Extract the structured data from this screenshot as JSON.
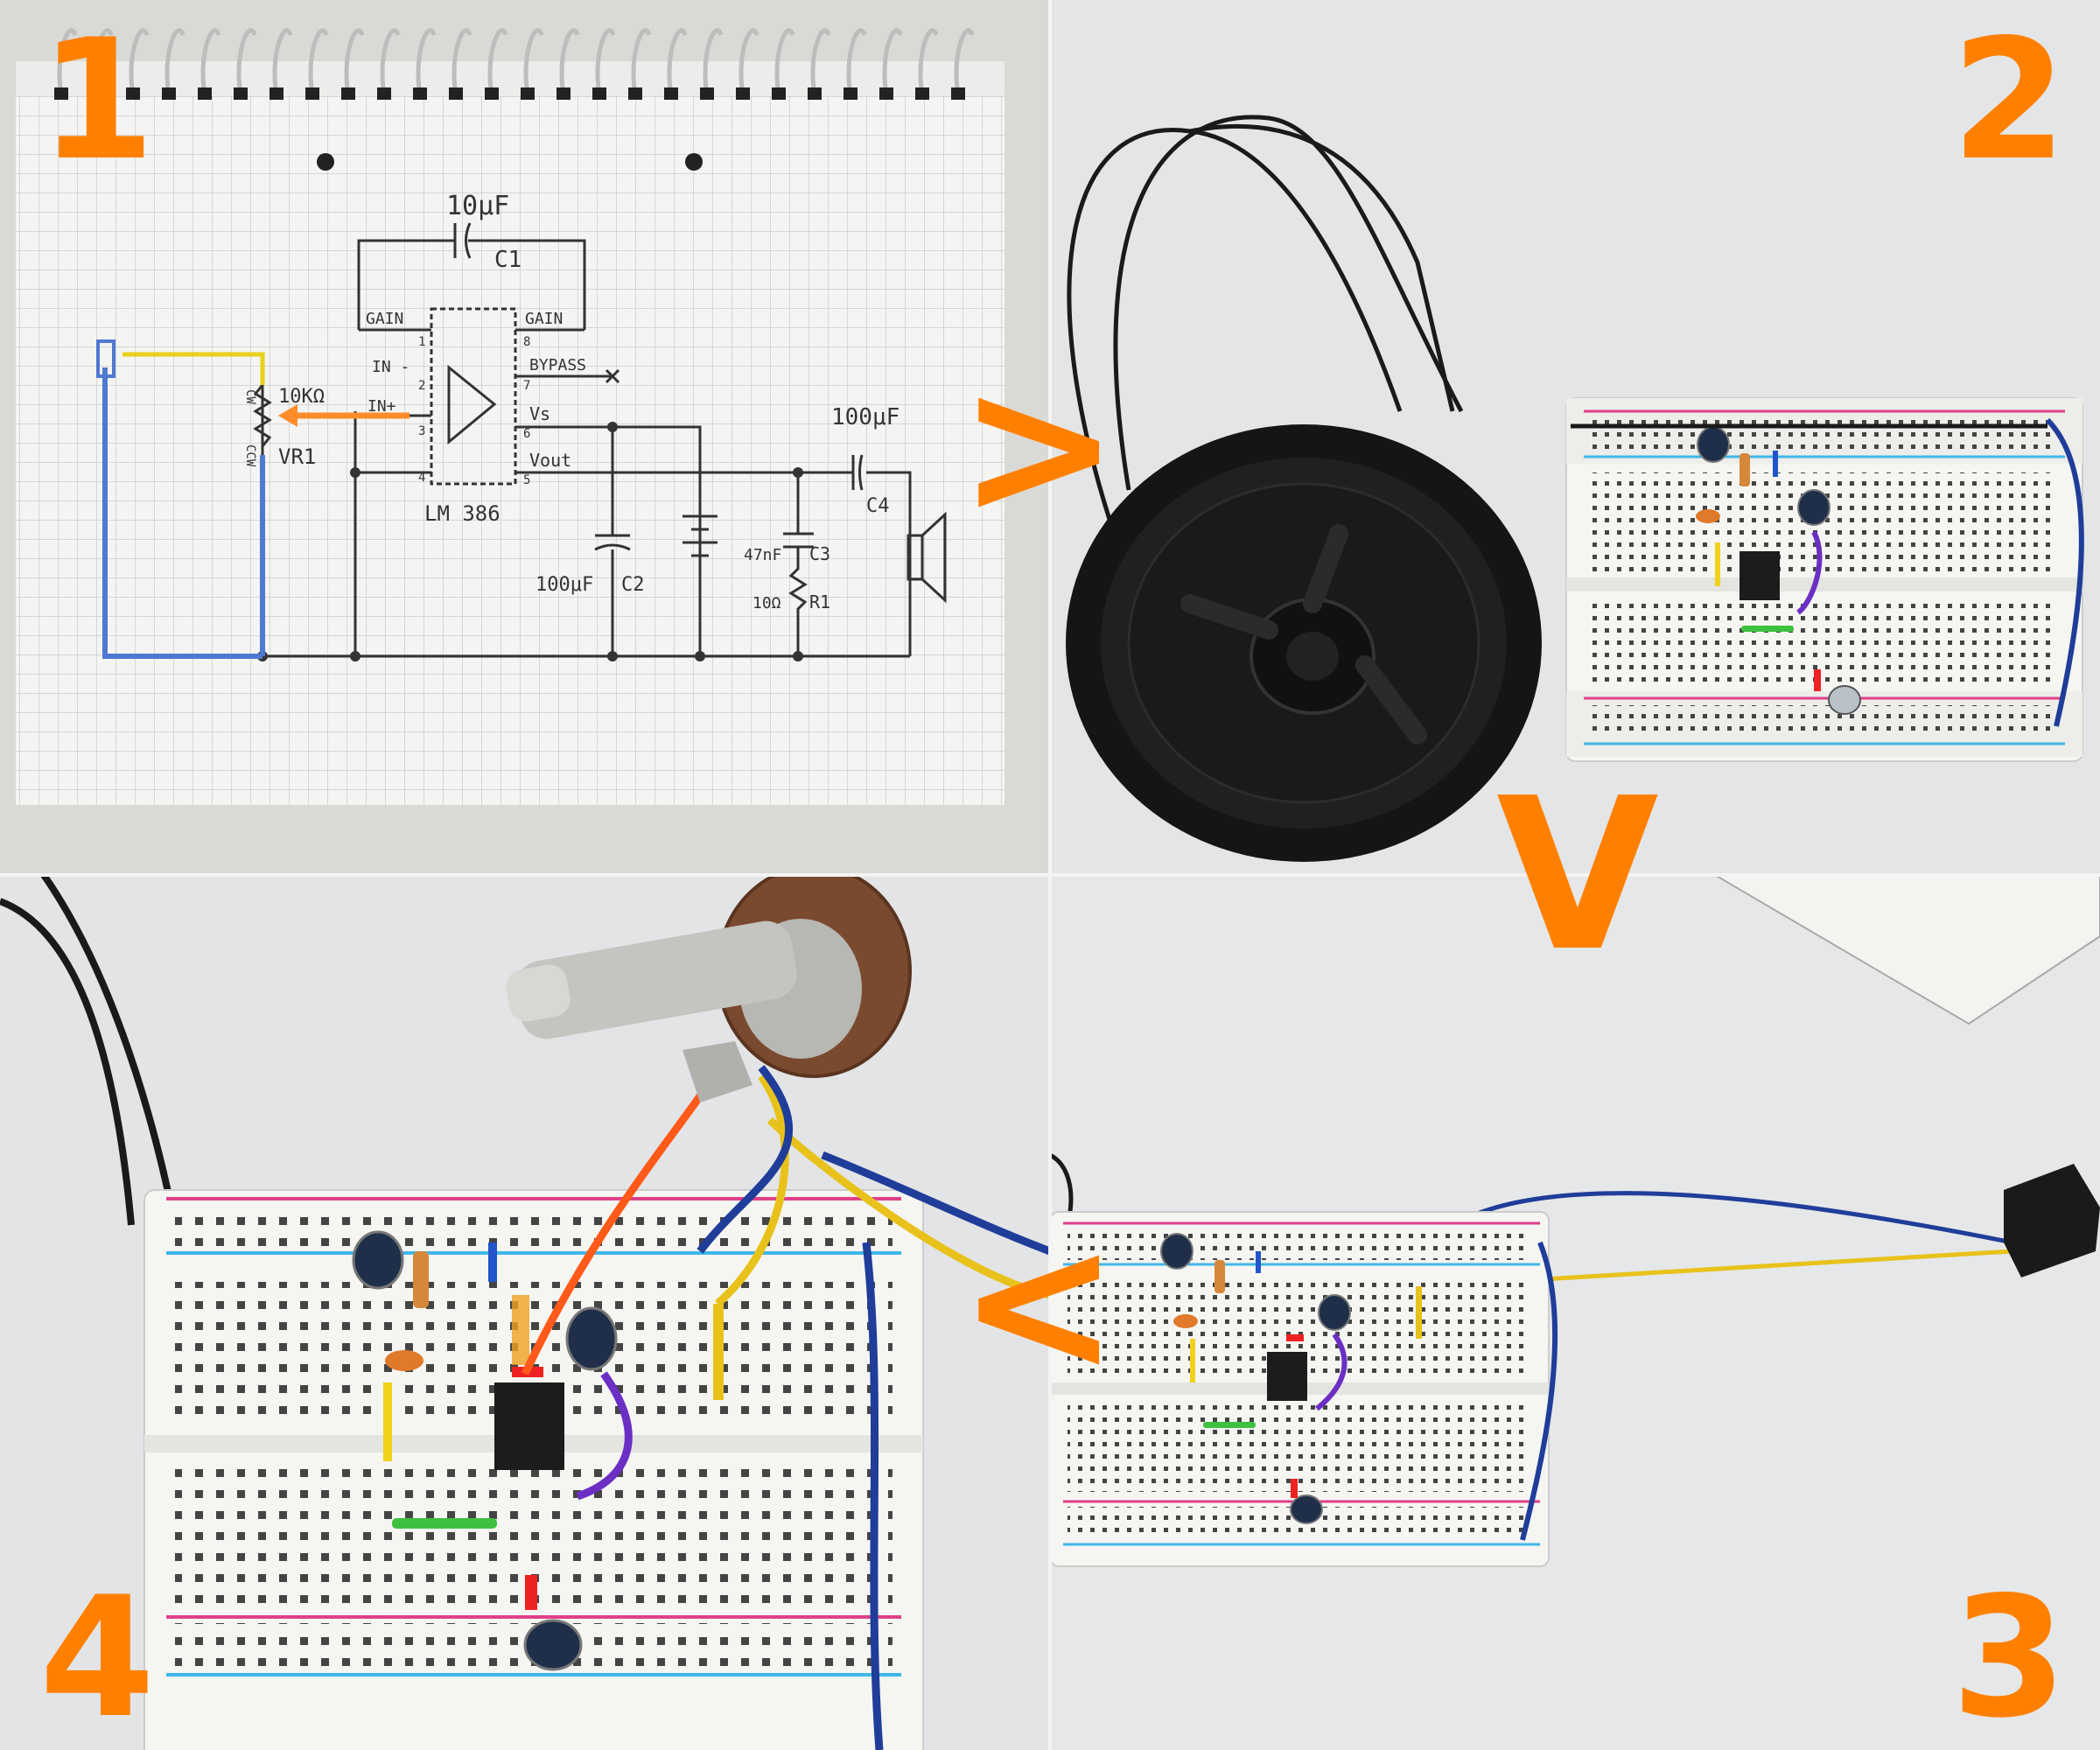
{
  "steps": [
    "1",
    "2",
    "3",
    "4"
  ],
  "arrows": {
    "right": ">",
    "down": "V",
    "left": "<"
  },
  "schematic": {
    "c1_value": "10μF",
    "c1_name": "C1",
    "gain_left": "GAIN",
    "gain_right": "GAIN",
    "in_minus": "IN -",
    "in_plus": "IN+",
    "bypass": "BYPASS",
    "vs": "Vs",
    "vout": "Vout",
    "pin1": "1",
    "pin2": "2",
    "pin3": "3",
    "pin4": "4",
    "pin5": "5",
    "pin6": "6",
    "pin7": "7",
    "pin8": "8",
    "ic": "LM 386",
    "pot_value": "10KΩ",
    "pot_name": "VR1",
    "cw": "CW",
    "ccw": "CCW",
    "c2_value": "100μF",
    "c2_name": "C2",
    "c3_value": "47nF",
    "c3_name": "C3",
    "r1_value": "10Ω",
    "r1_name": "R1",
    "c4_value": "100μF",
    "c4_name": "C4"
  },
  "colors": {
    "accent": "#ff8000",
    "wire_black": "#1a1a1a",
    "wire_blue": "#1f3d99",
    "wire_yellow": "#e8c21a",
    "wire_orange": "#ff5a1a",
    "wire_purple": "#6b2fc4",
    "wire_green": "#3fc03f",
    "rail_red": "#e0408a",
    "rail_blue": "#3fb7e6"
  }
}
